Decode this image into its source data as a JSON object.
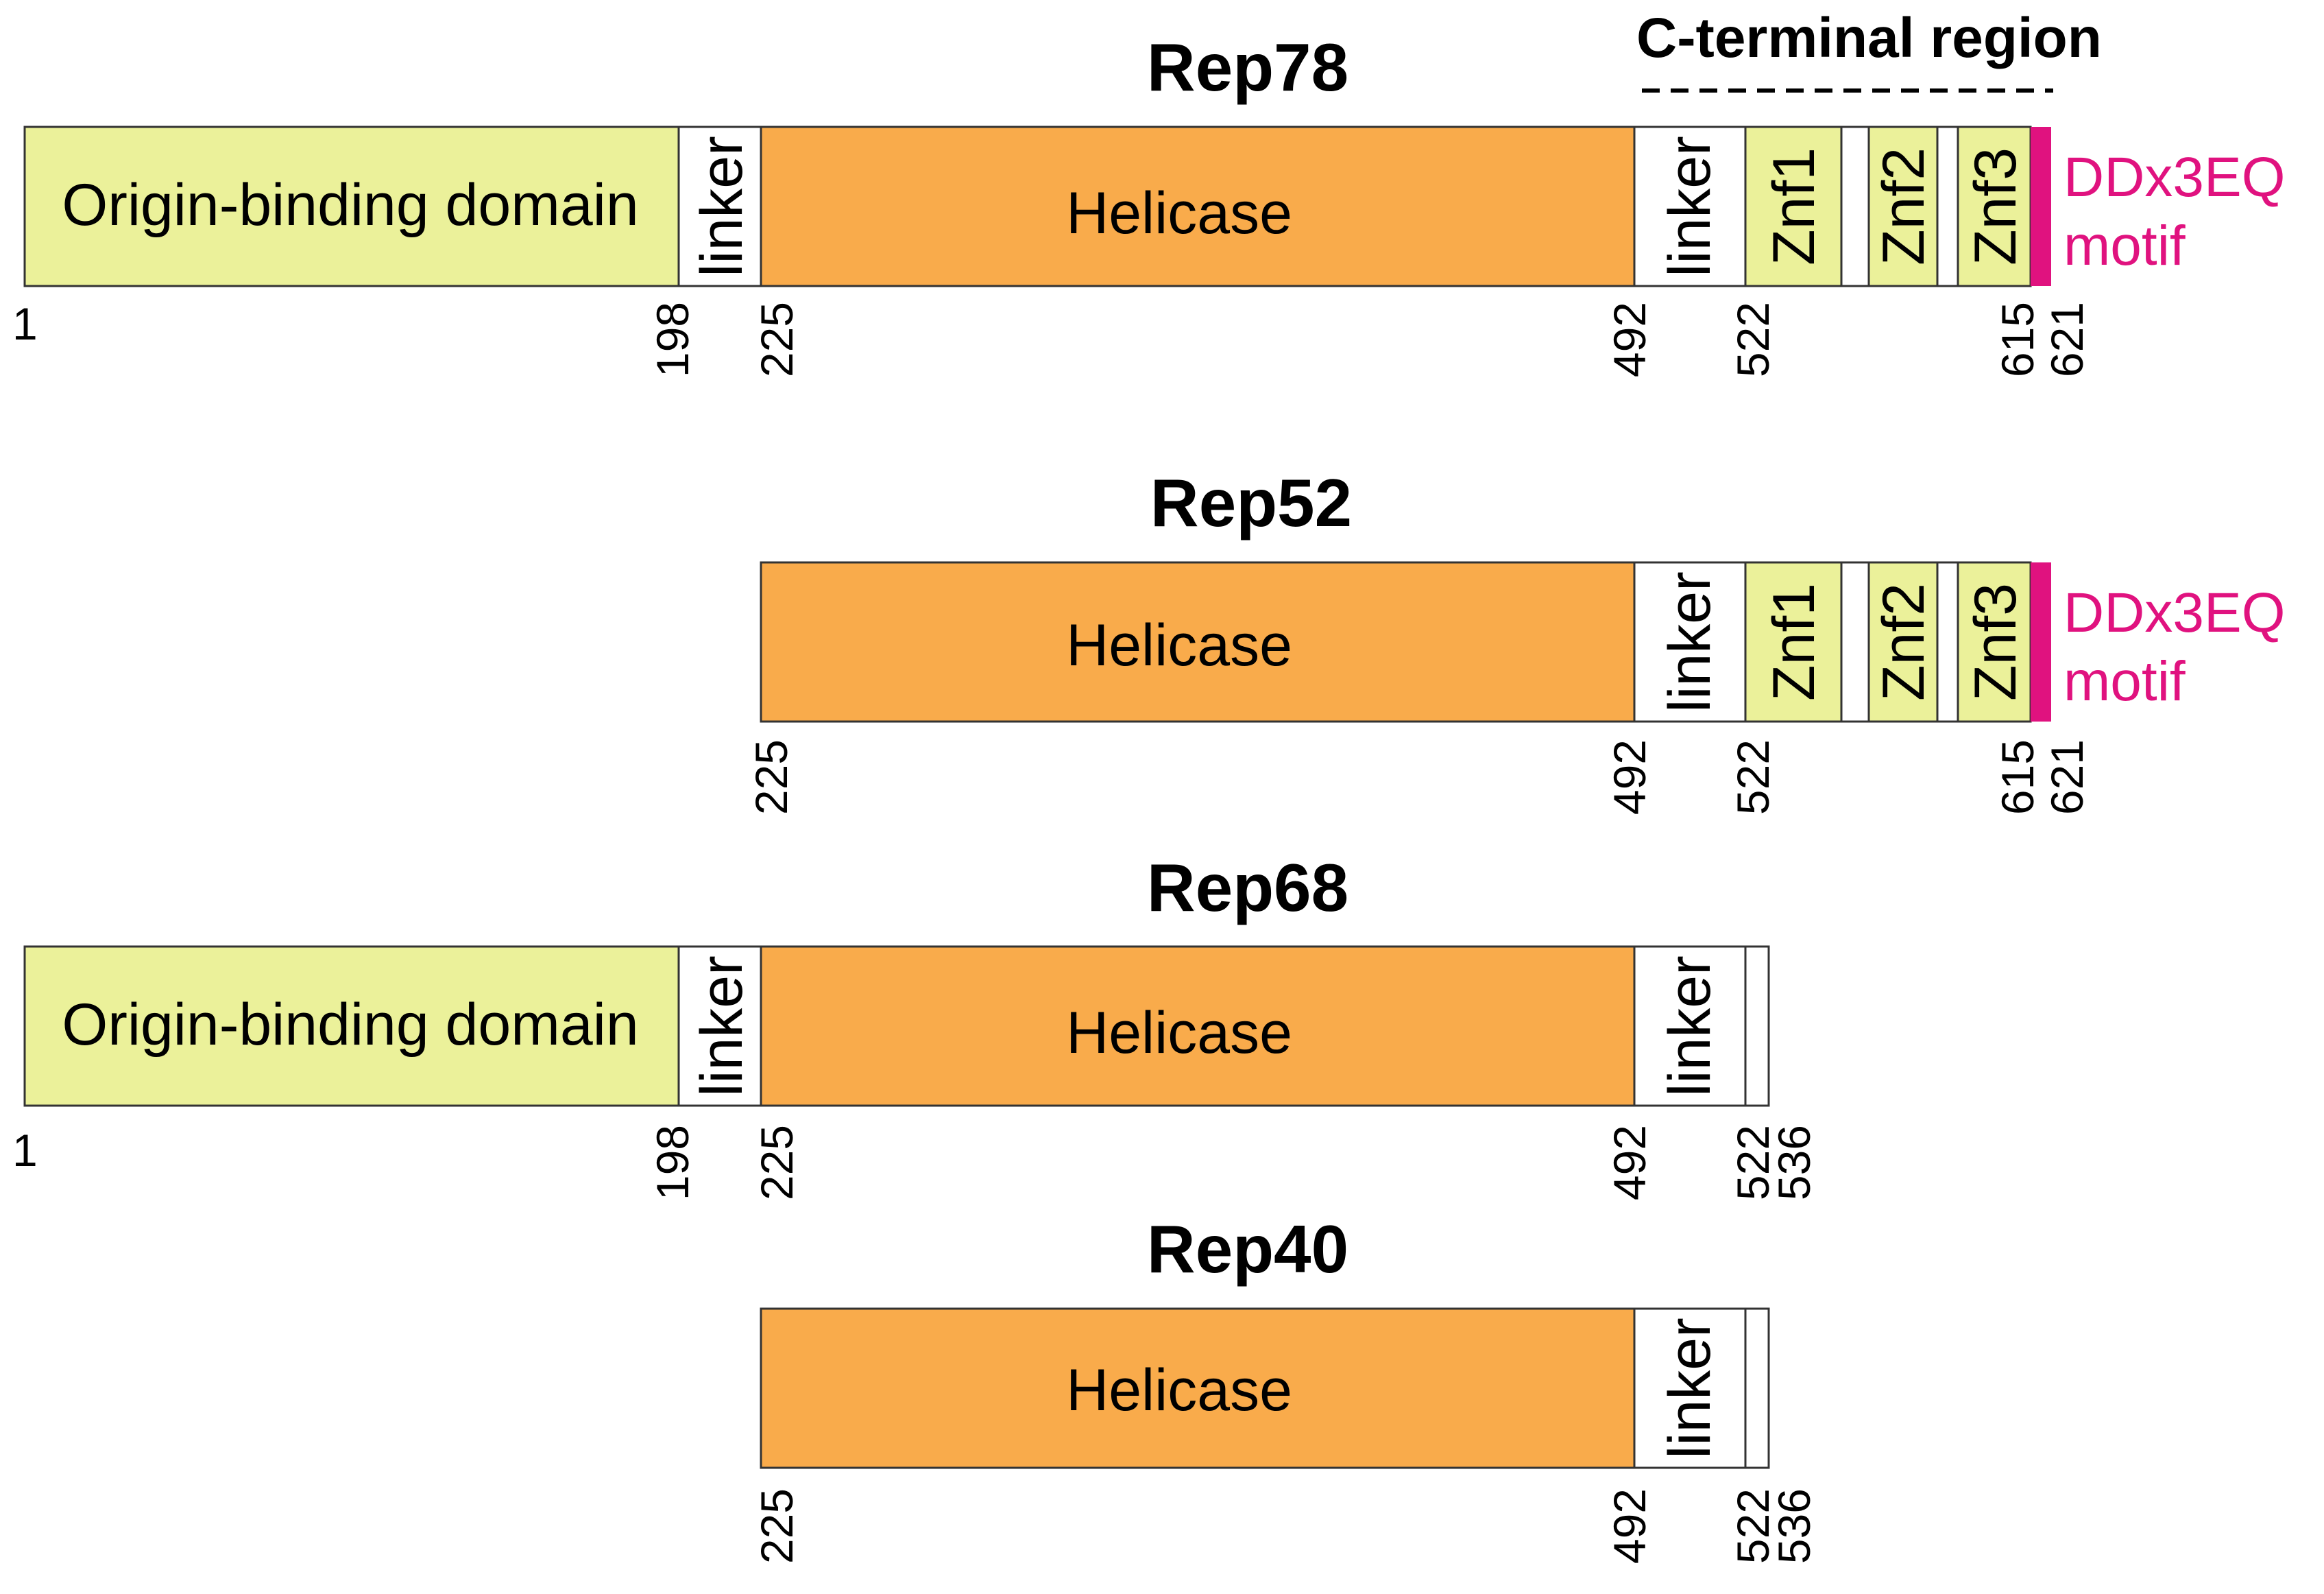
{
  "colors": {
    "origin_binding": "#ebf19a",
    "helicase": "#f9ab4b",
    "linker": "#ffffff",
    "znf": "#ebf19a",
    "motif": "#e0127f",
    "outline": "#333333"
  },
  "c_terminal_label": "C-terminal region",
  "motif_label": [
    "DDx3EQ",
    "motif"
  ],
  "proteins": [
    {
      "name": "Rep78",
      "start": 1,
      "end": 621,
      "domains": [
        {
          "kind": "origin_binding",
          "label": "Origin-binding domain",
          "start": 1,
          "end": 198
        },
        {
          "kind": "linker",
          "label": "linker",
          "start": 198,
          "end": 225
        },
        {
          "kind": "helicase",
          "label": "Helicase",
          "start": 225,
          "end": 492
        },
        {
          "kind": "linker",
          "label": "linker",
          "start": 492,
          "end": 522
        },
        {
          "kind": "znf",
          "label": "Znf1"
        },
        {
          "kind": "znf",
          "label": "Znf2"
        },
        {
          "kind": "znf",
          "label": "Znf3"
        },
        {
          "kind": "motif",
          "start": 615,
          "end": 621
        }
      ],
      "positions": [
        "1",
        "198",
        "225",
        "492",
        "522",
        "615",
        "621"
      ]
    },
    {
      "name": "Rep52",
      "start": 225,
      "end": 621,
      "domains": [
        {
          "kind": "helicase",
          "label": "Helicase",
          "start": 225,
          "end": 492
        },
        {
          "kind": "linker",
          "label": "linker",
          "start": 492,
          "end": 522
        },
        {
          "kind": "znf",
          "label": "Znf1"
        },
        {
          "kind": "znf",
          "label": "Znf2"
        },
        {
          "kind": "znf",
          "label": "Znf3"
        },
        {
          "kind": "motif",
          "start": 615,
          "end": 621
        }
      ],
      "positions": [
        "225",
        "492",
        "522",
        "615",
        "621"
      ]
    },
    {
      "name": "Rep68",
      "start": 1,
      "end": 536,
      "domains": [
        {
          "kind": "origin_binding",
          "label": "Origin-binding domain",
          "start": 1,
          "end": 198
        },
        {
          "kind": "linker",
          "label": "linker",
          "start": 198,
          "end": 225
        },
        {
          "kind": "helicase",
          "label": "Helicase",
          "start": 225,
          "end": 492
        },
        {
          "kind": "linker",
          "label": "linker",
          "start": 492,
          "end": 522
        },
        {
          "kind": "tail",
          "start": 522,
          "end": 536
        }
      ],
      "positions": [
        "1",
        "198",
        "225",
        "492",
        "522",
        "536"
      ]
    },
    {
      "name": "Rep40",
      "start": 225,
      "end": 536,
      "domains": [
        {
          "kind": "helicase",
          "label": "Helicase",
          "start": 225,
          "end": 492
        },
        {
          "kind": "linker",
          "label": "linker",
          "start": 492,
          "end": 522
        },
        {
          "kind": "tail",
          "start": 522,
          "end": 536
        }
      ],
      "positions": [
        "225",
        "492",
        "522",
        "536"
      ]
    }
  ]
}
